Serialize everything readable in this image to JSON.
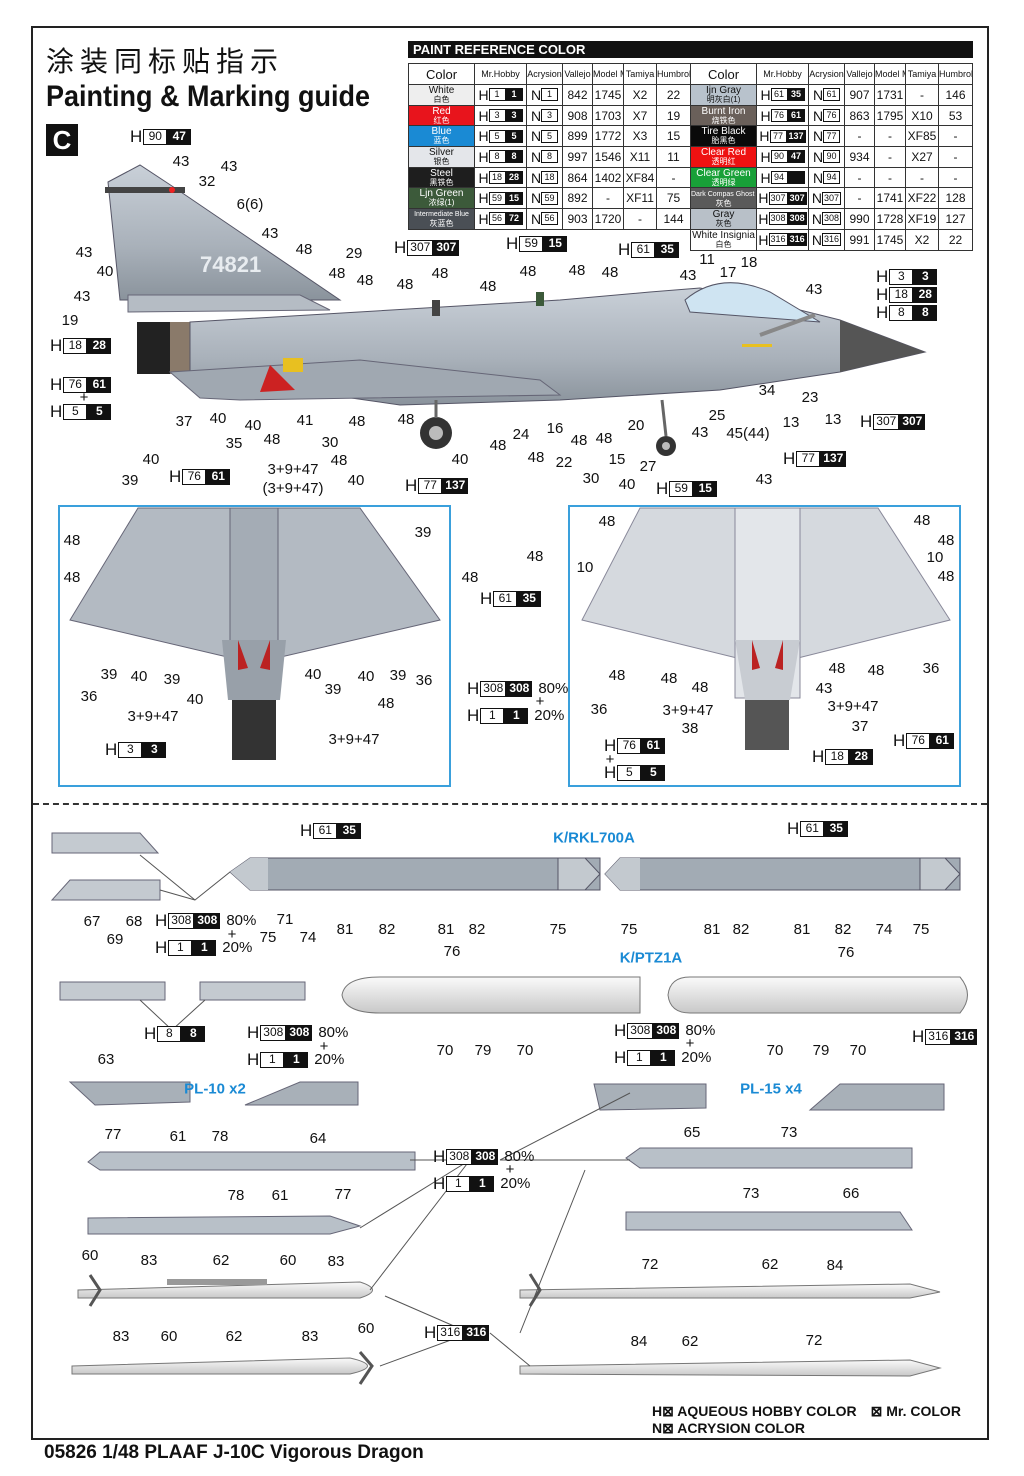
{
  "header": {
    "title_cn": "涂装同标贴指示",
    "title_en": "Painting & Marking guide",
    "scheme": "C"
  },
  "paint_table": {
    "title": "PAINT  REFERENCE COLOR",
    "columns": [
      "Color",
      "Mr.Hobby",
      "Acrysion",
      "Vallejo",
      "Model Master",
      "Tamiya",
      "Humbrol"
    ],
    "left": [
      {
        "name": "White",
        "cn": "白色",
        "bg": "#eeeeee",
        "fg": "#111111",
        "h": [
          "1",
          "1"
        ],
        "n": "1",
        "vallejo": "842",
        "mm": "1745",
        "tamiya": "X2",
        "humbrol": "22"
      },
      {
        "name": "Red",
        "cn": "红色",
        "bg": "#e8141c",
        "fg": "#ffffff",
        "h": [
          "3",
          "3"
        ],
        "n": "3",
        "vallejo": "908",
        "mm": "1703",
        "tamiya": "X7",
        "humbrol": "19"
      },
      {
        "name": "Blue",
        "cn": "蓝色",
        "bg": "#1a8ad4",
        "fg": "#ffffff",
        "h": [
          "5",
          "5"
        ],
        "n": "5",
        "vallejo": "899",
        "mm": "1772",
        "tamiya": "X3",
        "humbrol": "15"
      },
      {
        "name": "Silver",
        "cn": "银色",
        "bg": "#e4e6ea",
        "fg": "#111111",
        "h": [
          "8",
          "8"
        ],
        "n": "8",
        "vallejo": "997",
        "mm": "1546",
        "tamiya": "X11",
        "humbrol": "11"
      },
      {
        "name": "Steel",
        "cn": "黑铁色",
        "bg": "#1e1e1e",
        "fg": "#ffffff",
        "h": [
          "18",
          "28"
        ],
        "n": "18",
        "vallejo": "864",
        "mm": "1402",
        "tamiya": "XF84",
        "humbrol": "-"
      },
      {
        "name": "Ljn Green",
        "cn": "浓绿(1)",
        "bg": "#3c5a3a",
        "fg": "#ffffff",
        "h": [
          "59",
          "15"
        ],
        "n": "59",
        "vallejo": "892",
        "mm": "-",
        "tamiya": "XF11",
        "humbrol": "75"
      },
      {
        "name": "Intermediate Blue",
        "cn": "灰蓝色",
        "bg": "#4a4f55",
        "fg": "#ffffff",
        "h": [
          "56",
          "72"
        ],
        "n": "56",
        "vallejo": "903",
        "mm": "1720",
        "tamiya": "-",
        "humbrol": "144"
      }
    ],
    "right": [
      {
        "name": "Ijn Gray",
        "cn": "明灰白(1)",
        "bg": "#b8c2cc",
        "fg": "#111111",
        "h": [
          "61",
          "35"
        ],
        "n": "61",
        "vallejo": "907",
        "mm": "1731",
        "tamiya": "-",
        "humbrol": "146"
      },
      {
        "name": "Burnt Iron",
        "cn": "烧铁色",
        "bg": "#6a605a",
        "fg": "#ffffff",
        "h": [
          "76",
          "61"
        ],
        "n": "76",
        "vallejo": "863",
        "mm": "1795",
        "tamiya": "X10",
        "humbrol": "53"
      },
      {
        "name": "Tire Black",
        "cn": "胎黑色",
        "bg": "#0a0a0a",
        "fg": "#ffffff",
        "h": [
          "77",
          "137"
        ],
        "n": "77",
        "vallejo": "-",
        "mm": "-",
        "tamiya": "XF85",
        "humbrol": "-"
      },
      {
        "name": "Clear Red",
        "cn": "透明红",
        "bg": "#ee1111",
        "fg": "#ffffff",
        "h": [
          "90",
          "47"
        ],
        "n": "90",
        "vallejo": "934",
        "mm": "-",
        "tamiya": "X27",
        "humbrol": "-"
      },
      {
        "name": "Clear Green",
        "cn": "透明绿",
        "bg": "#18a038",
        "fg": "#ffffff",
        "h": [
          "94",
          ""
        ],
        "n": "94",
        "vallejo": "-",
        "mm": "-",
        "tamiya": "-",
        "humbrol": "-"
      },
      {
        "name": "Dark Compas Ghost Grey",
        "cn": "灰色",
        "bg": "#5a5a5a",
        "fg": "#ffffff",
        "h": [
          "307",
          "307"
        ],
        "n": "307",
        "vallejo": "-",
        "mm": "1741",
        "tamiya": "XF22",
        "humbrol": "128"
      },
      {
        "name": "Gray",
        "cn": "灰色",
        "bg": "#b8c0c8",
        "fg": "#111111",
        "h": [
          "308",
          "308"
        ],
        "n": "308",
        "vallejo": "990",
        "mm": "1728",
        "tamiya": "XF19",
        "humbrol": "127"
      },
      {
        "name": "White Insignia",
        "cn": "白色",
        "bg": "#ffffff",
        "fg": "#111111",
        "h": [
          "316",
          "316"
        ],
        "n": "316",
        "vallejo": "991",
        "mm": "1745",
        "tamiya": "X2",
        "humbrol": "22"
      }
    ]
  },
  "aircraft": {
    "serial": "74821"
  },
  "chips": [
    {
      "p": "H",
      "a": "90",
      "b": "47"
    },
    {
      "p": "H",
      "a": "307",
      "b": "307"
    },
    {
      "p": "H",
      "a": "59",
      "b": "15"
    },
    {
      "p": "H",
      "a": "61",
      "b": "35"
    },
    {
      "p": "H",
      "a": "3",
      "b": "3"
    },
    {
      "p": "H",
      "a": "18",
      "b": "28"
    },
    {
      "p": "H",
      "a": "8",
      "b": "8"
    },
    {
      "p": "H",
      "a": "18",
      "b": "28"
    },
    {
      "p": "H",
      "a": "76",
      "b": "61"
    },
    {
      "p": "H",
      "a": "5",
      "b": "5"
    },
    {
      "p": "H",
      "a": "76",
      "b": "61"
    },
    {
      "p": "H",
      "a": "77",
      "b": "137"
    },
    {
      "p": "H",
      "a": "77",
      "b": "137"
    },
    {
      "p": "H",
      "a": "307",
      "b": "307"
    },
    {
      "p": "H",
      "a": "59",
      "b": "15"
    },
    {
      "p": "H",
      "a": "61",
      "b": "35"
    },
    {
      "p": "H",
      "a": "308",
      "b": "308",
      "pct": "80%"
    },
    {
      "p": "H",
      "a": "1",
      "b": "1",
      "pct": "20%"
    },
    {
      "p": "H",
      "a": "3",
      "b": "3"
    },
    {
      "p": "H",
      "a": "76",
      "b": "61"
    },
    {
      "p": "H",
      "a": "5",
      "b": "5"
    },
    {
      "p": "H",
      "a": "18",
      "b": "28"
    },
    {
      "p": "H",
      "a": "76",
      "b": "61"
    },
    {
      "p": "H",
      "a": "61",
      "b": "35"
    },
    {
      "p": "H",
      "a": "61",
      "b": "35"
    },
    {
      "p": "H",
      "a": "308",
      "b": "308",
      "pct": "80%"
    },
    {
      "p": "H",
      "a": "1",
      "b": "1",
      "pct": "20%"
    },
    {
      "p": "H",
      "a": "8",
      "b": "8"
    },
    {
      "p": "H",
      "a": "308",
      "b": "308",
      "pct": "80%"
    },
    {
      "p": "H",
      "a": "1",
      "b": "1",
      "pct": "20%"
    },
    {
      "p": "H",
      "a": "308",
      "b": "308",
      "pct": "80%"
    },
    {
      "p": "H",
      "a": "1",
      "b": "1",
      "pct": "20%"
    },
    {
      "p": "H",
      "a": "316",
      "b": "316"
    },
    {
      "p": "H",
      "a": "308",
      "b": "308",
      "pct": "80%"
    },
    {
      "p": "H",
      "a": "1",
      "b": "1",
      "pct": "20%"
    },
    {
      "p": "H",
      "a": "316",
      "b": "316"
    }
  ],
  "callouts": [
    "43",
    "43",
    "32",
    "6(6)",
    "43",
    "48",
    "29",
    "48",
    "48",
    "48",
    "48",
    "48",
    "48",
    "48",
    "48",
    "43",
    "11",
    "17",
    "18",
    "43",
    "43",
    "40",
    "43",
    "19",
    "37",
    "40",
    "35",
    "40",
    "48",
    "41",
    "30",
    "48",
    "48",
    "48",
    "24",
    "48",
    "16",
    "22",
    "48",
    "48",
    "15",
    "20",
    "30",
    "40",
    "27",
    "43",
    "25",
    "45(44)",
    "34",
    "13",
    "23",
    "13",
    "40",
    "48",
    "40",
    "39",
    "40",
    "3+9+47",
    "(3+9+47)",
    "+",
    "48",
    "48",
    "39",
    "48",
    "39",
    "40",
    "39",
    "36",
    "40",
    "3+9+47",
    "40",
    "39",
    "40",
    "39",
    "36",
    "48",
    "3+9+47",
    "+",
    "48",
    "48",
    "10",
    "43",
    "48",
    "48",
    "10",
    "48",
    "48",
    "48",
    "48",
    "36",
    "3+9+47",
    "38",
    "48",
    "48",
    "36",
    "43",
    "3+9+47",
    "37",
    "+",
    "67",
    "69",
    "68",
    "75",
    "71",
    "74",
    "81",
    "82",
    "81",
    "82",
    "75",
    "75",
    "81",
    "82",
    "81",
    "82",
    "74",
    "75",
    "+",
    "76",
    "76",
    "70",
    "79",
    "70",
    "70",
    "79",
    "70",
    "+",
    "+",
    "63",
    "77",
    "61",
    "78",
    "64",
    "65",
    "73",
    "78",
    "61",
    "77",
    "73",
    "66",
    "+",
    "60",
    "83",
    "62",
    "60",
    "83",
    "72",
    "62",
    "84",
    "83",
    "60",
    "62",
    "83",
    "60",
    "84",
    "62",
    "72"
  ],
  "section_titles": {
    "tank": "K/RKL700A",
    "pod": "K/PTZ1A",
    "pl10": "PL-10 x2",
    "pl15": "PL-15 x4"
  },
  "legend": {
    "aqueous": "H⊠ AQUEOUS HOBBY COLOR",
    "mr": "⊠ Mr. COLOR",
    "acrysion": "N⊠ ACRYSION COLOR"
  },
  "footer": "05826 1/48 PLAAF J-10C Vigorous Dragon"
}
